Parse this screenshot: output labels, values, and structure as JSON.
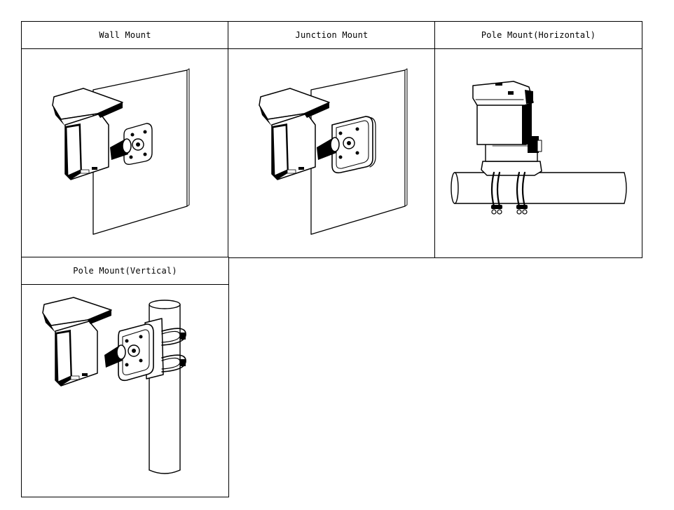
{
  "panels": [
    {
      "label": "Wall Mount",
      "illustration": "camera-wall-mount"
    },
    {
      "label": "Junction Mount",
      "illustration": "camera-junction-box-mount"
    },
    {
      "label": "Pole Mount(Horizontal)",
      "illustration": "camera-horizontal-pole-mount"
    },
    {
      "label": "Pole Mount(Vertical)",
      "illustration": "camera-vertical-pole-mount"
    }
  ]
}
